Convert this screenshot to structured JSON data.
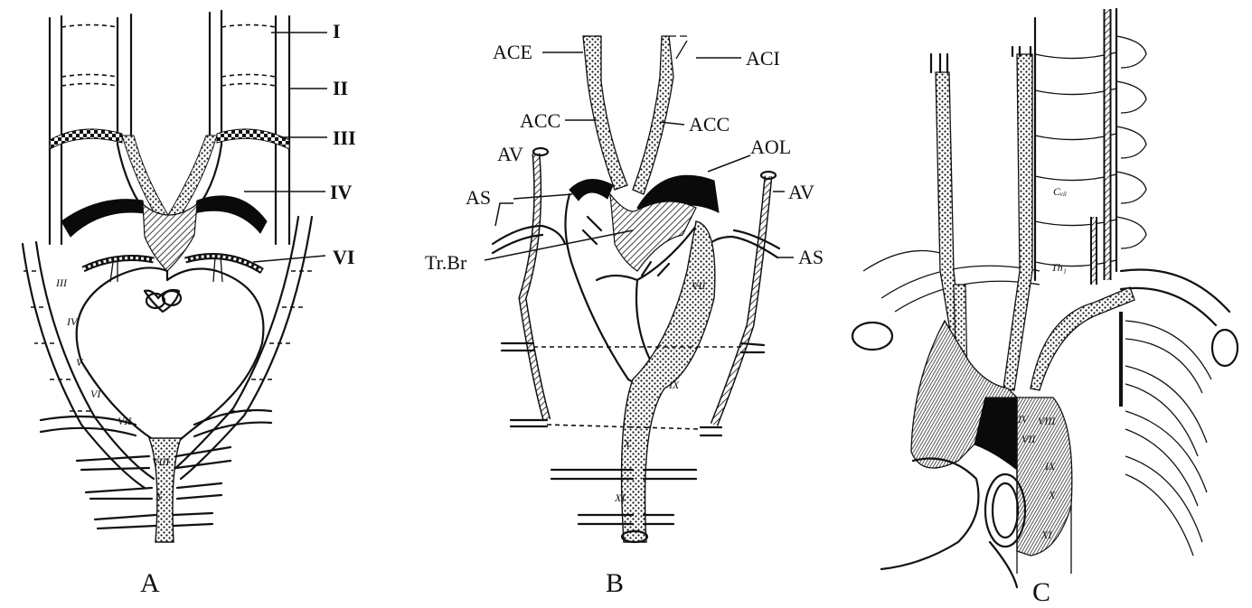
{
  "panels": {
    "a": {
      "letter": "A",
      "labels": {
        "i": "I",
        "ii": "II",
        "iii": "III",
        "iv": "IV",
        "vi": "VI"
      }
    },
    "b": {
      "letter": "B",
      "labels": {
        "ace": "ACE",
        "aci": "ACI",
        "acc_left": "ACC",
        "acc_right": "ACC",
        "av_left": "AV",
        "av_right": "AV",
        "aol": "AOL",
        "as_left": "AS",
        "as_right": "AS",
        "trbr": "Tr.Br"
      }
    },
    "c": {
      "letter": "C",
      "labels": {
        "cvii": "Cᵥᵢᵢ",
        "th1": "Th₁"
      }
    }
  },
  "colors": {
    "ink": "#111111",
    "solid_vessel": "#0a0a0a",
    "background": "#ffffff"
  }
}
